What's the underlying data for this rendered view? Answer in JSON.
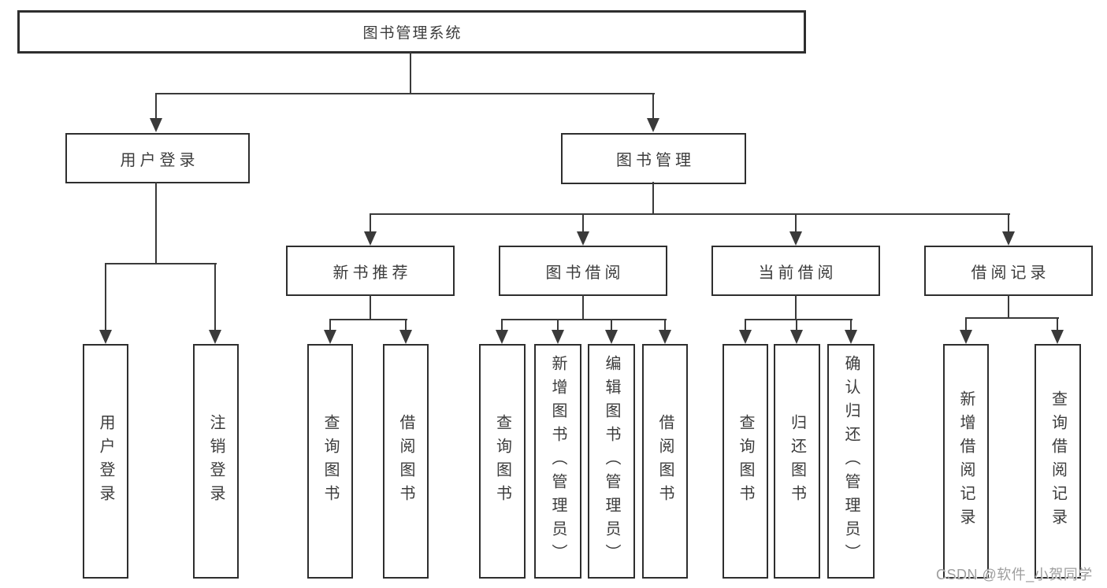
{
  "diagram": {
    "type": "tree",
    "root": {
      "label": "图书管理系统"
    },
    "branches": [
      {
        "label": "用户登录",
        "children": [
          {
            "label": "用户登录"
          },
          {
            "label": "注销登录"
          }
        ]
      },
      {
        "label": "图书管理",
        "children": [
          {
            "label": "新书推荐",
            "children": [
              {
                "label": "查询图书"
              },
              {
                "label": "借阅图书"
              }
            ]
          },
          {
            "label": "图书借阅",
            "children": [
              {
                "label": "查询图书"
              },
              {
                "label": "新增图书（管理员）"
              },
              {
                "label": "编辑图书（管理员）"
              },
              {
                "label": "借阅图书"
              }
            ]
          },
          {
            "label": "当前借阅",
            "children": [
              {
                "label": "查询图书"
              },
              {
                "label": "归还图书"
              },
              {
                "label": "确认归还（管理员）"
              }
            ]
          },
          {
            "label": "借阅记录",
            "children": [
              {
                "label": "新增借阅记录"
              },
              {
                "label": "查询借阅记录"
              }
            ]
          }
        ]
      }
    ]
  },
  "colors": {
    "background": "#ffffff",
    "box_border": "#2e2e2e",
    "connector_line": "#3a3a3a",
    "text": "#3c3c3c",
    "watermark": "#9e9e9e"
  },
  "watermark": {
    "text": "CSDN @软件_小贺同学"
  }
}
